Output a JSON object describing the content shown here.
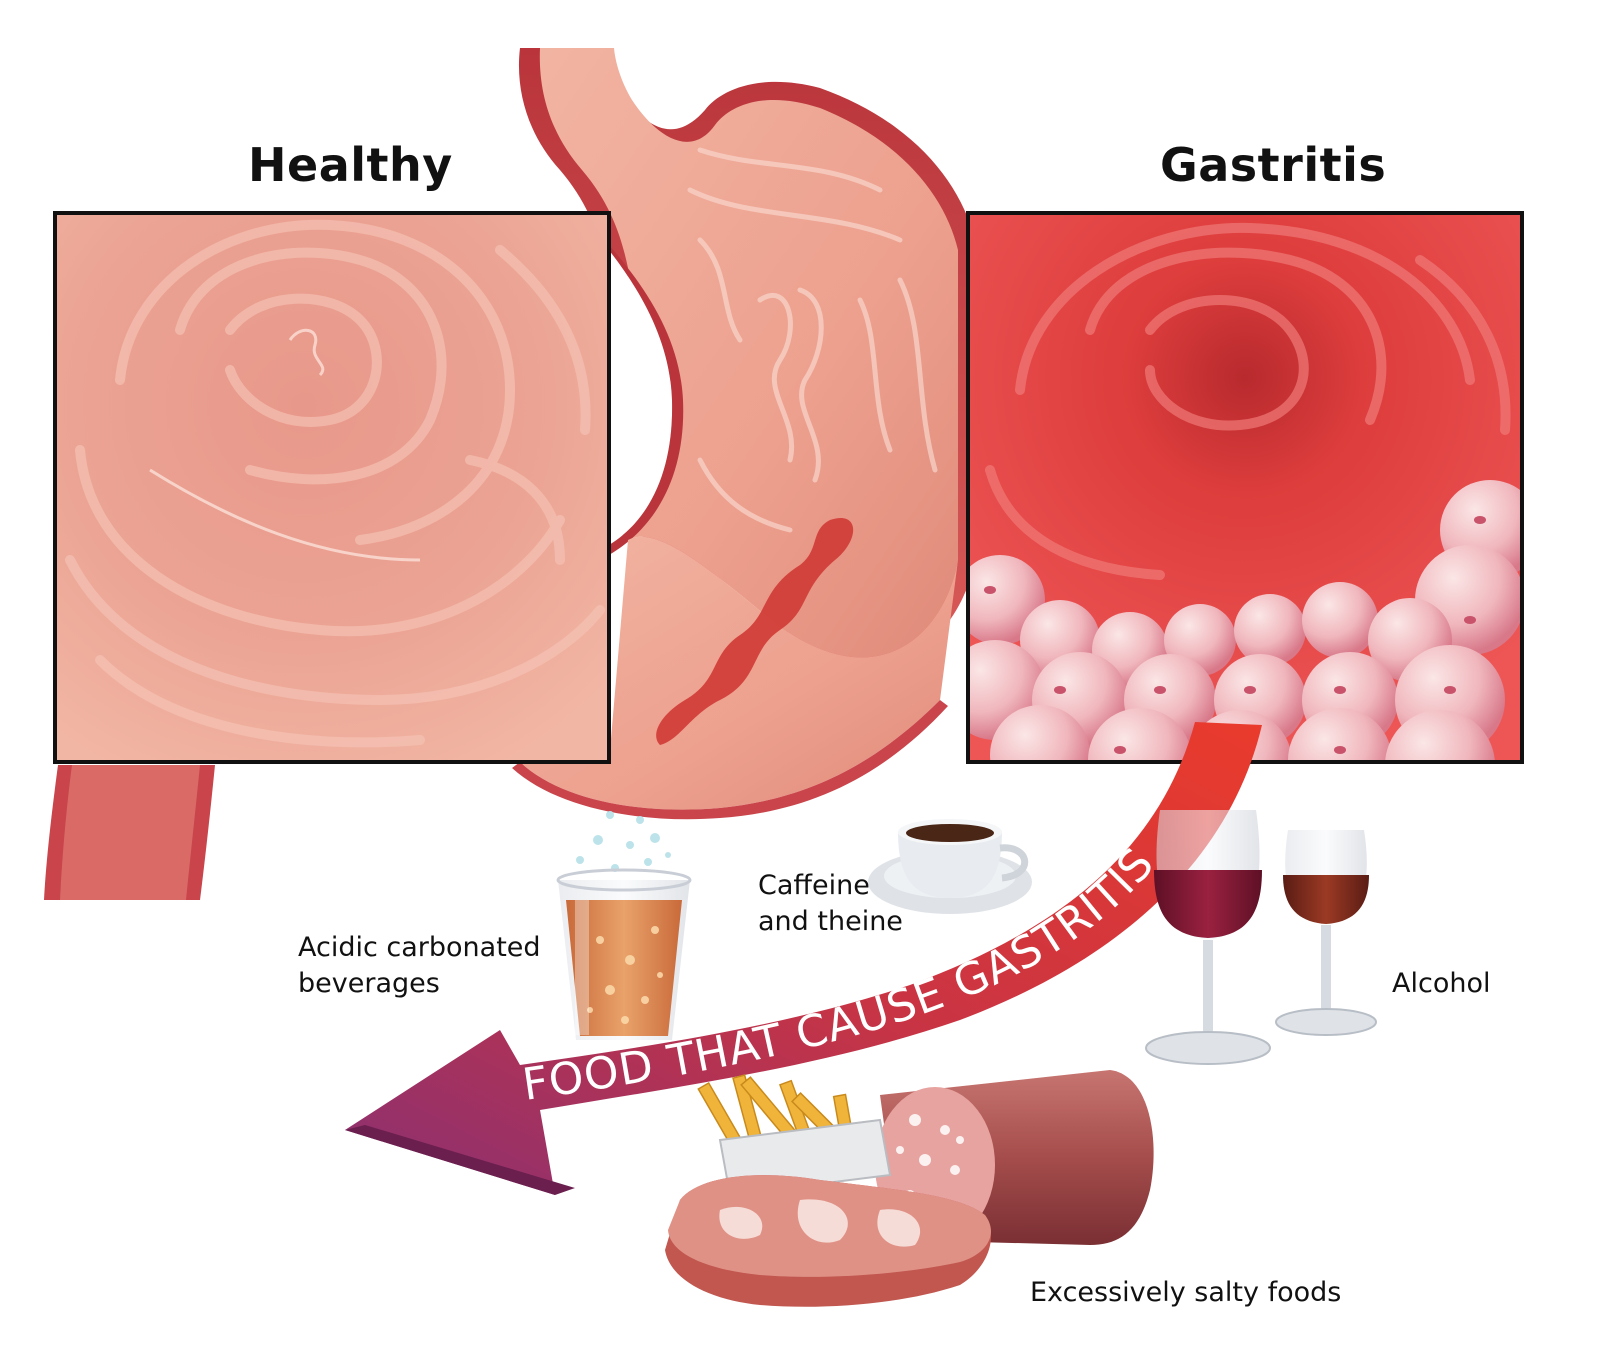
{
  "titles": {
    "healthy": "Healthy",
    "gastritis": "Gastritis"
  },
  "arrow_text": "FOOD THAT CAUSE GASTRITIS",
  "labels": {
    "carbonated": [
      "Acidic carbonated",
      "beverages"
    ],
    "caffeine": [
      "Caffeine",
      "and theine"
    ],
    "alcohol": "Alcohol",
    "salty": "Excessively salty foods"
  },
  "colors": {
    "healthy_tissue": "#e99a88",
    "inflamed_tissue": "#dc3b3b",
    "stomach_wall": "#c9474a",
    "arrow_start": "#e8402f",
    "arrow_end": "#8c2f6e"
  }
}
